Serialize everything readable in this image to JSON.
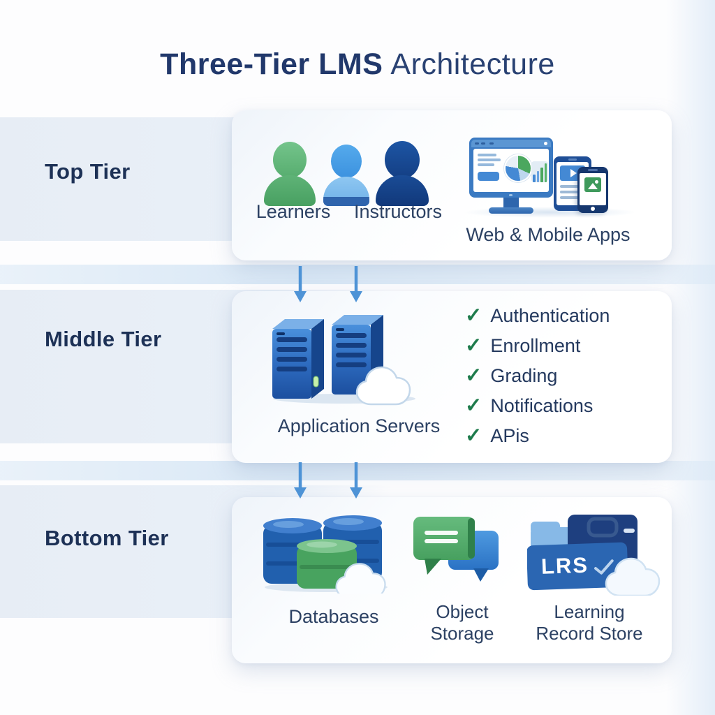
{
  "title": {
    "emphasis": "Three-Tier LMS",
    "rest": "Architecture"
  },
  "icons": {
    "check": "✓",
    "arrow": "down-arrow",
    "learner_person": "person-green",
    "instructor_person": "person-blue",
    "admin_person": "person-navy",
    "devices": "monitor-tablet-phone",
    "servers": "server-towers-cloud",
    "databases": "database-cylinders-cloud",
    "object_storage": "speech-bubbles",
    "lrs": "folders-briefcase-cloud"
  },
  "colors": {
    "navy": "#21386b",
    "tierLabel": "#1d3156",
    "itemLabel": "#2c4163",
    "checkGreen": "#1e7b4c",
    "arrowBlue": "#4e93d6",
    "bandBlue": "#e8eef6",
    "stripeBlue": "#d6e6f5",
    "personGreen": "#5cb274",
    "personBlue": "#4aa0e8",
    "personNavy": "#17498f",
    "serverBlue": "#2e6cc0",
    "dbBlue": "#2160ae",
    "dbGreen": "#48a35f",
    "bubbleGreen": "#47a05f",
    "bubbleBlue": "#2f7fd2",
    "lrsFolderBlue": "#2b66b2",
    "briefcaseNavy": "#1e3f7f",
    "cloudStroke": "#c3d7ea"
  },
  "top_tier": {
    "label": "Top Tier",
    "learners": "Learners",
    "instructors": "Instructors",
    "devices": "Web & Mobile Apps"
  },
  "middle_tier": {
    "label": "Middle Tier",
    "servers": "Application Servers",
    "features": [
      "Authentication",
      "Enrollment",
      "Grading",
      "Notifications",
      "APis"
    ]
  },
  "bottom_tier": {
    "label": "Bottom Tier",
    "databases": "Databases",
    "object_storage": [
      "Object",
      "Storage"
    ],
    "lrs_badge": "LRS",
    "lrs": [
      "Learning",
      "Record Store"
    ]
  }
}
